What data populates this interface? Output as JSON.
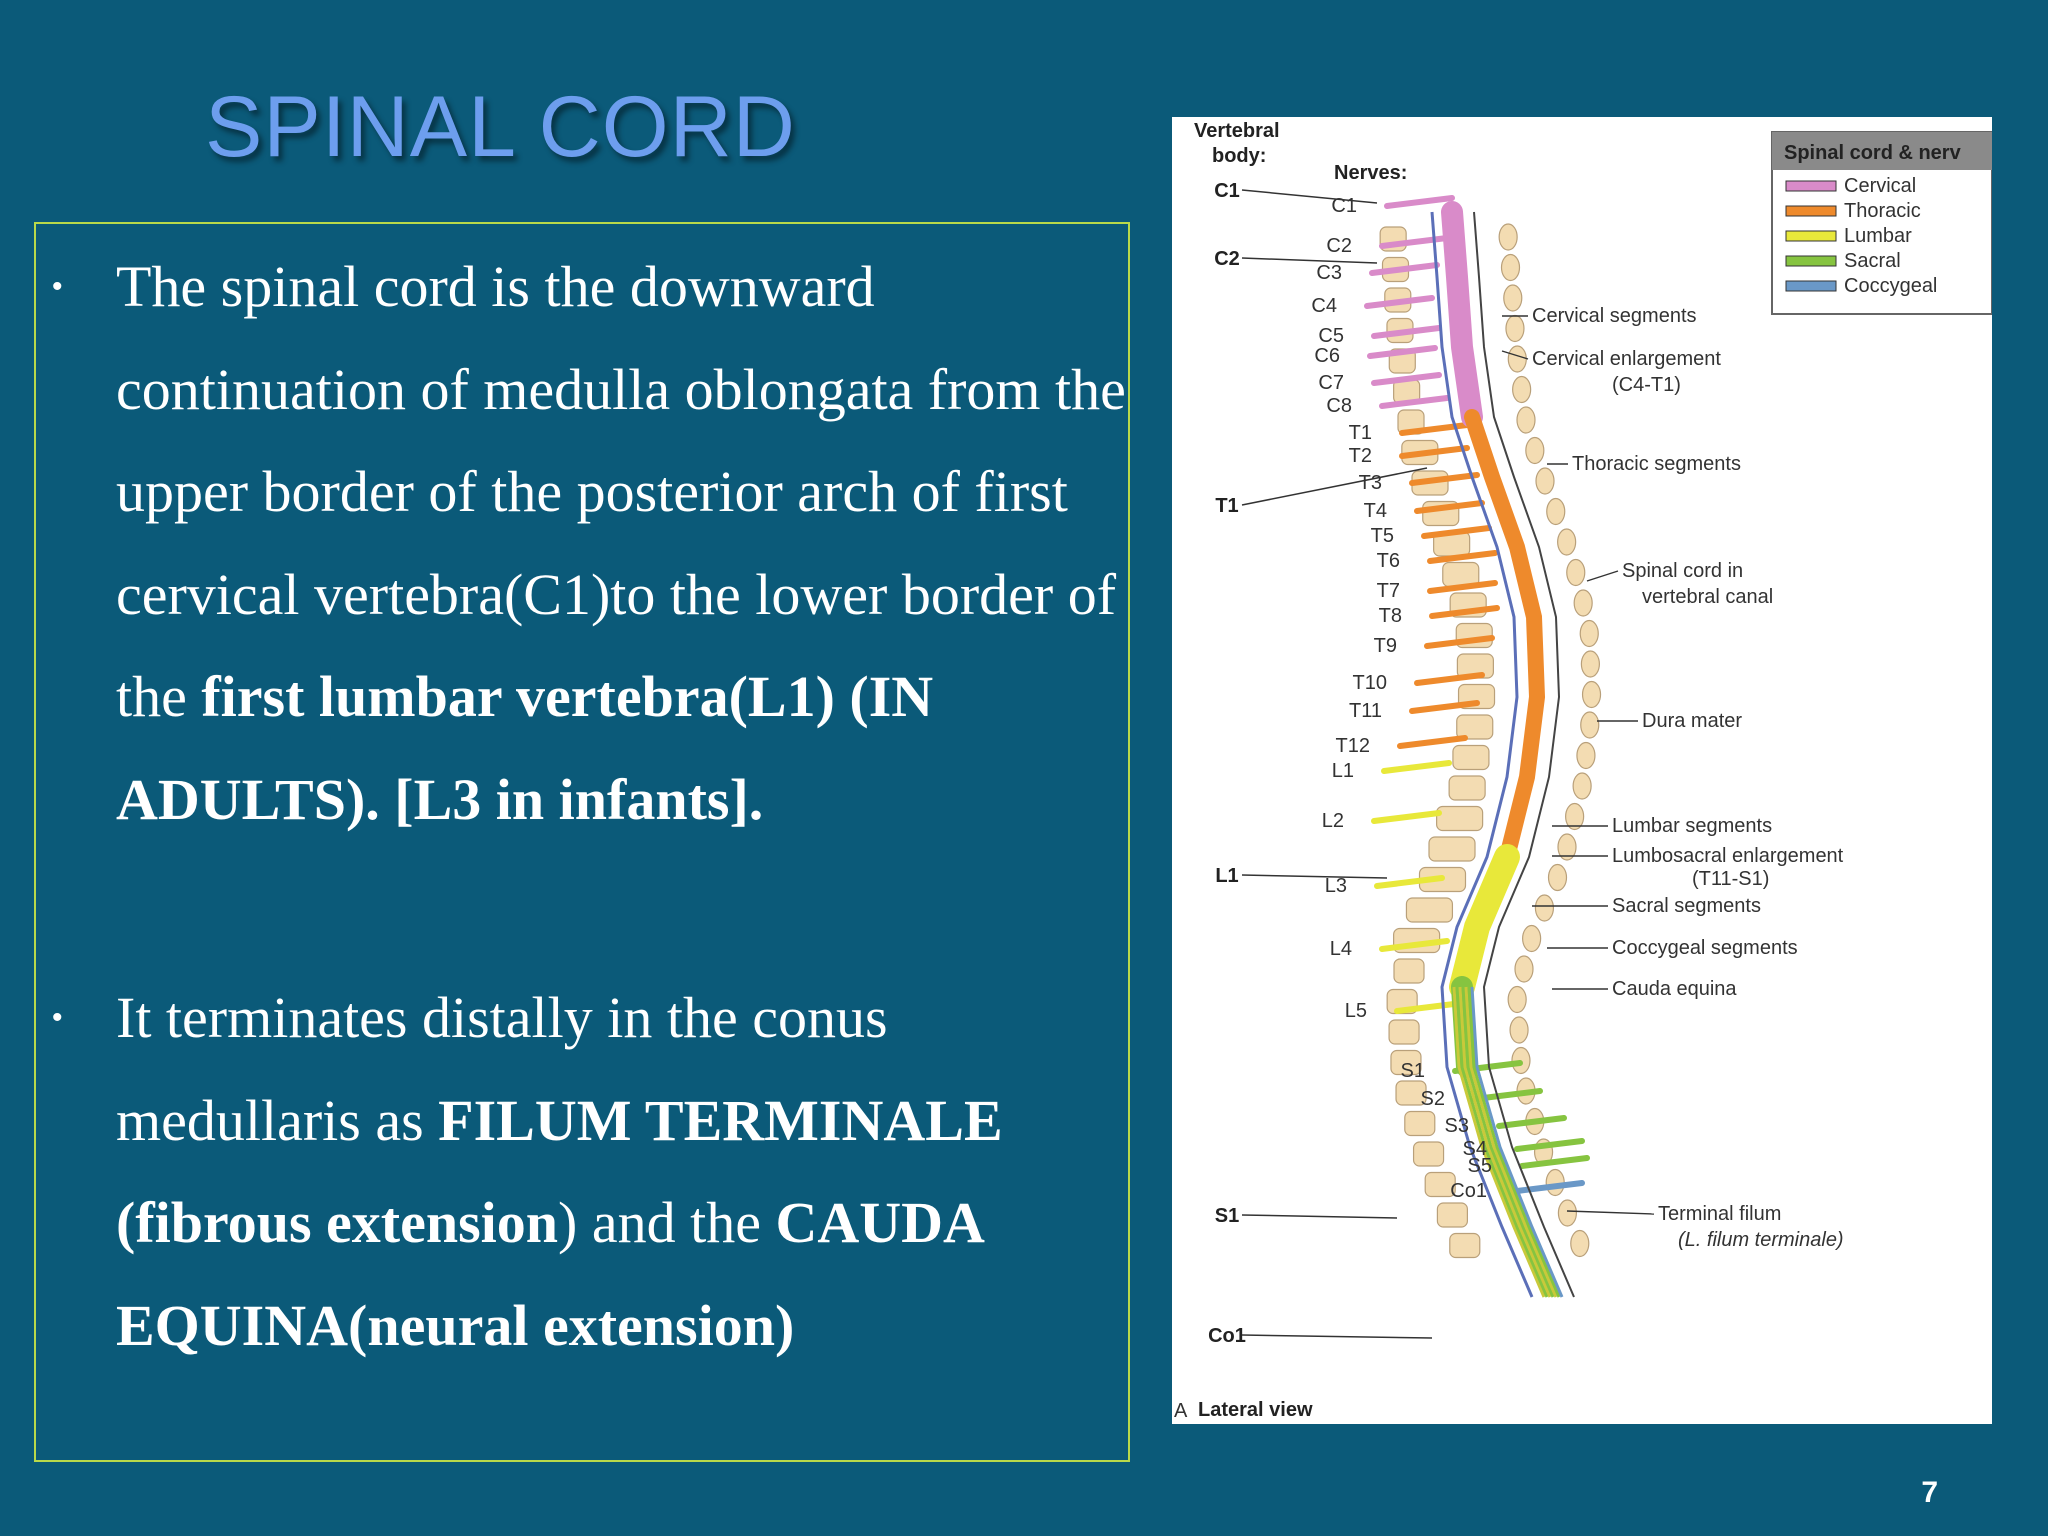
{
  "slide": {
    "title": "SPINAL CORD",
    "page_number": "7",
    "bullets": [
      {
        "segments": [
          {
            "text": "The spinal cord is the downward continuation of medulla oblongata from the upper border of the posterior arch of first cervical vertebra(C1)to the lower border of the ",
            "bold": false
          },
          {
            "text": "first lumbar vertebra(L1) (IN ADULTS). [L3 in infants].",
            "bold": true
          }
        ]
      },
      {
        "segments": [
          {
            "text": "It terminates distally in the conus medullaris as ",
            "bold": false
          },
          {
            "text": "FILUM TERMINALE (fibrous extension",
            "bold": true
          },
          {
            "text": ") and the ",
            "bold": false
          },
          {
            "text": "CAUDA EQUINA(neural extension)",
            "bold": true
          }
        ]
      }
    ]
  },
  "figure": {
    "vertebral_body_label": "Vertebral body:",
    "nerves_label": "Nerves:",
    "view_letter": "A",
    "view_label": "Lateral view",
    "legend": {
      "title": "Spinal cord & nerv",
      "items": [
        {
          "label": "Cervical",
          "color": "#d98bc9"
        },
        {
          "label": "Thoracic",
          "color": "#ee8a2c"
        },
        {
          "label": "Lumbar",
          "color": "#e8e83a"
        },
        {
          "label": "Sacral",
          "color": "#86c440"
        },
        {
          "label": "Coccygeal",
          "color": "#6a98c7"
        }
      ]
    },
    "vertebra_labels": [
      "C1",
      "C2",
      "T1",
      "L1",
      "S1",
      "Co1"
    ],
    "nerve_labels": [
      "C1",
      "C2",
      "C3",
      "C4",
      "C5",
      "C6",
      "C7",
      "C8",
      "T1",
      "T2",
      "T3",
      "T4",
      "T5",
      "T6",
      "T7",
      "T8",
      "T9",
      "T10",
      "T11",
      "T12",
      "L1",
      "L2",
      "L3",
      "L4",
      "L5",
      "S1",
      "S2",
      "S3",
      "S4",
      "S5",
      "Co1"
    ],
    "callouts": [
      {
        "text": "Cervical segments"
      },
      {
        "text": "Cervical enlargement",
        "sub": "(C4-T1)"
      },
      {
        "text": "Thoracic segments"
      },
      {
        "text": "Spinal cord in",
        "sub": "vertebral canal"
      },
      {
        "text": "Dura mater"
      },
      {
        "text": "Lumbar segments"
      },
      {
        "text": "Lumbosacral enlargement",
        "sub": "(T11-S1)"
      },
      {
        "text": "Sacral segments"
      },
      {
        "text": "Coccygeal segments"
      },
      {
        "text": "Cauda equina"
      },
      {
        "text": "Terminal filum",
        "sub": "(L. filum terminale)"
      }
    ]
  }
}
